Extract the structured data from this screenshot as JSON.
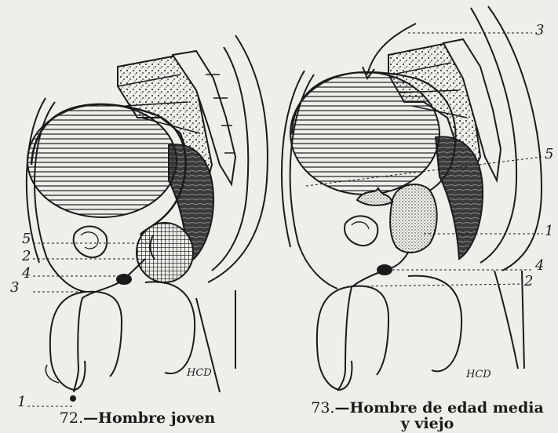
{
  "figure_left": {
    "labels": [
      "5",
      "2",
      "4",
      "3",
      "1"
    ],
    "caption_number": "72.",
    "caption_text": "—Hombre joven",
    "signature": "HCD"
  },
  "figure_right": {
    "labels": [
      "3",
      "5",
      "1",
      "4",
      "2"
    ],
    "caption_number": "73.",
    "caption_text": "—Hombre de edad media",
    "caption_text_line2": "y viejo",
    "signature": "HCD"
  },
  "colors": {
    "ink": "#1a1a1a",
    "paper": "#efeeea"
  }
}
